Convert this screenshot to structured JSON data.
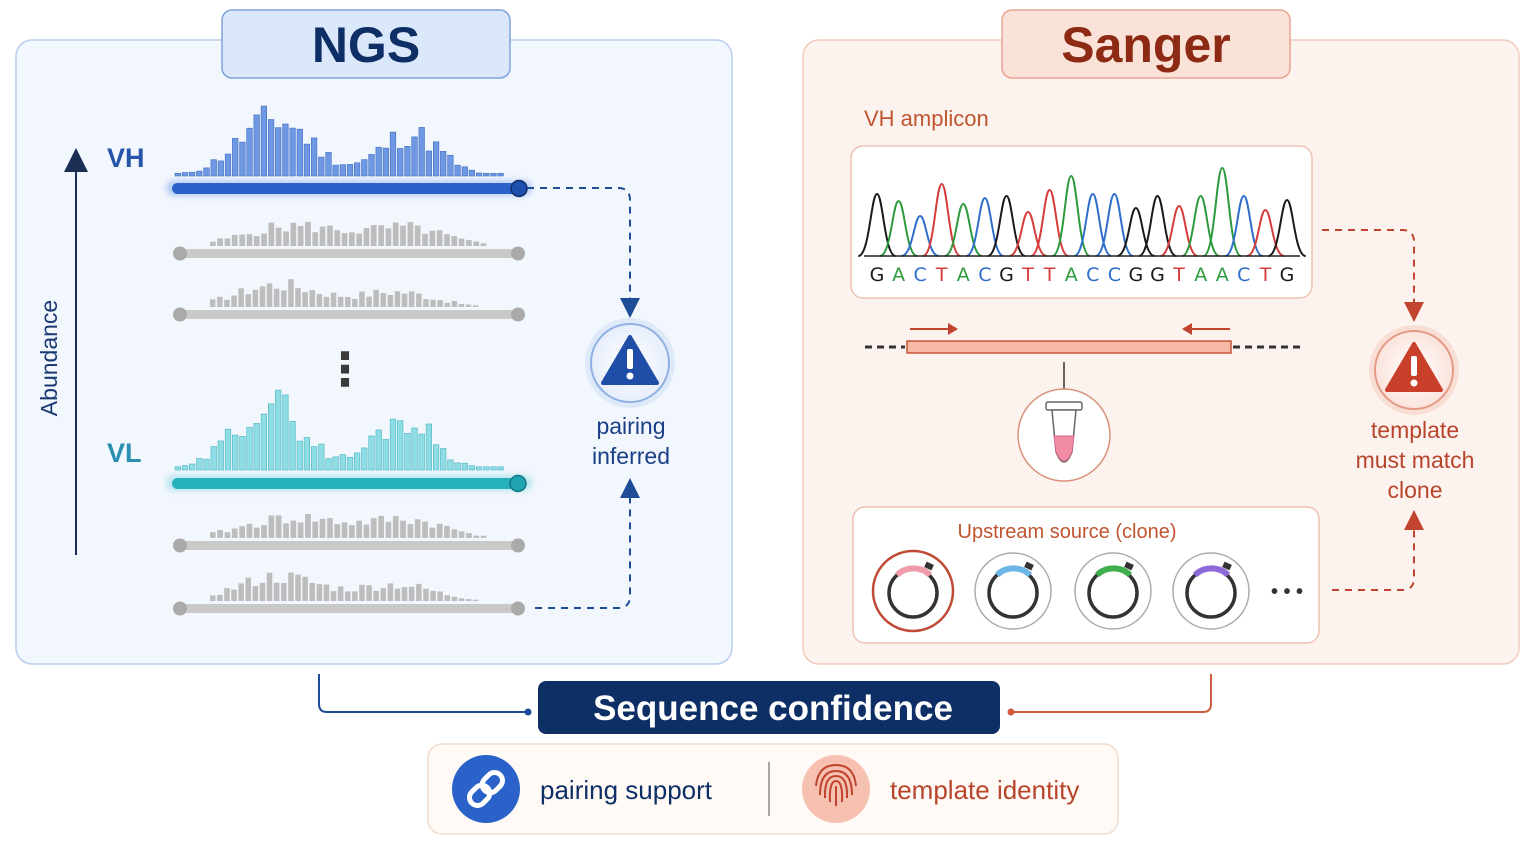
{
  "ngs": {
    "title": "NGS",
    "axis_label": "Abundance",
    "vh_label": "VH",
    "vl_label": "VL",
    "ellipsis": "⋮",
    "callout_line1": "pairing",
    "callout_line2": "inferred",
    "callout_icon": "warning-icon"
  },
  "sanger": {
    "title": "Sanger",
    "amplicon_label": "VH amplicon",
    "bases": [
      "G",
      "A",
      "C",
      "T",
      "A",
      "C",
      "G",
      "T",
      "T",
      "A",
      "C",
      "C",
      "G",
      "G",
      "T",
      "A",
      "A",
      "C",
      "T",
      "G"
    ],
    "upstream_label": "Upstream source (clone)",
    "more": "• • •",
    "callout_line1": "template",
    "callout_line2": "must match",
    "callout_line3": "clone",
    "callout_icon": "warning-icon",
    "tube_icon": "pcr-tube-icon",
    "plasmid_icon": "plasmid-icon"
  },
  "bottom": {
    "title": "Sequence confidence",
    "pairing_support": "pairing support",
    "template_identity": "template identity",
    "link_icon": "link-icon",
    "fingerprint_icon": "fingerprint-icon"
  },
  "colors": {
    "ngs_blue": "#2a62c9",
    "ngs_teal": "#3dbcc4",
    "navy": "#0e2f66",
    "sanger_red": "#c0442e",
    "base_A": "#2e9a3e",
    "base_C": "#2f6fcb",
    "base_G": "#1a1a1a",
    "base_T": "#d73c3c"
  }
}
